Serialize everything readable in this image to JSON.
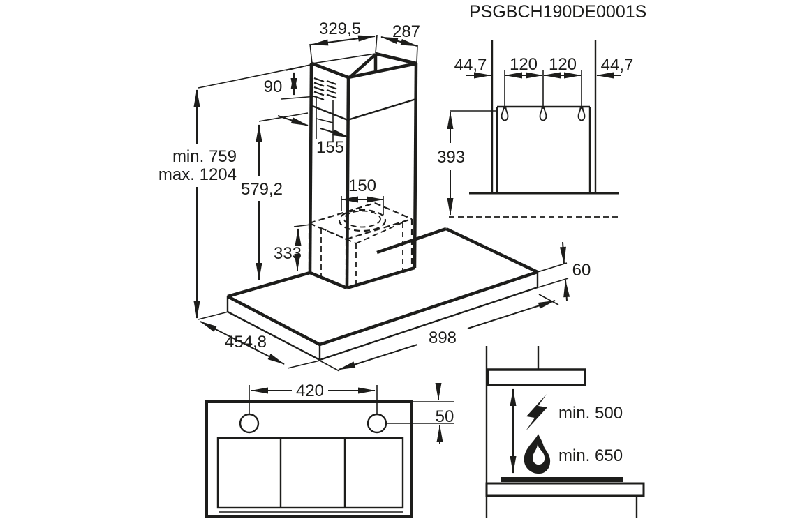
{
  "title": "PSGBCH190DE0001S",
  "main_view": {
    "top_width": "329,5",
    "top_depth": "287",
    "vent_height": "90",
    "vent_inset": "155",
    "height_min": "min. 759",
    "height_max": "max. 1204",
    "lower_section_height": "579,2",
    "duct_diameter": "150",
    "inner_box_height": "333",
    "canopy_thickness": "60",
    "canopy_depth": "454,8",
    "canopy_width": "898"
  },
  "bracket_view": {
    "edge_left": "44,7",
    "hole_spacing_left": "120",
    "hole_spacing_right": "120",
    "edge_right": "44,7",
    "mount_height": "393"
  },
  "bottom_view": {
    "lamp_spacing": "420",
    "lamp_inset": "50"
  },
  "clearance_view": {
    "electric_min": "min. 500",
    "gas_min": "min. 650"
  },
  "line_color": "#1d1d1b"
}
